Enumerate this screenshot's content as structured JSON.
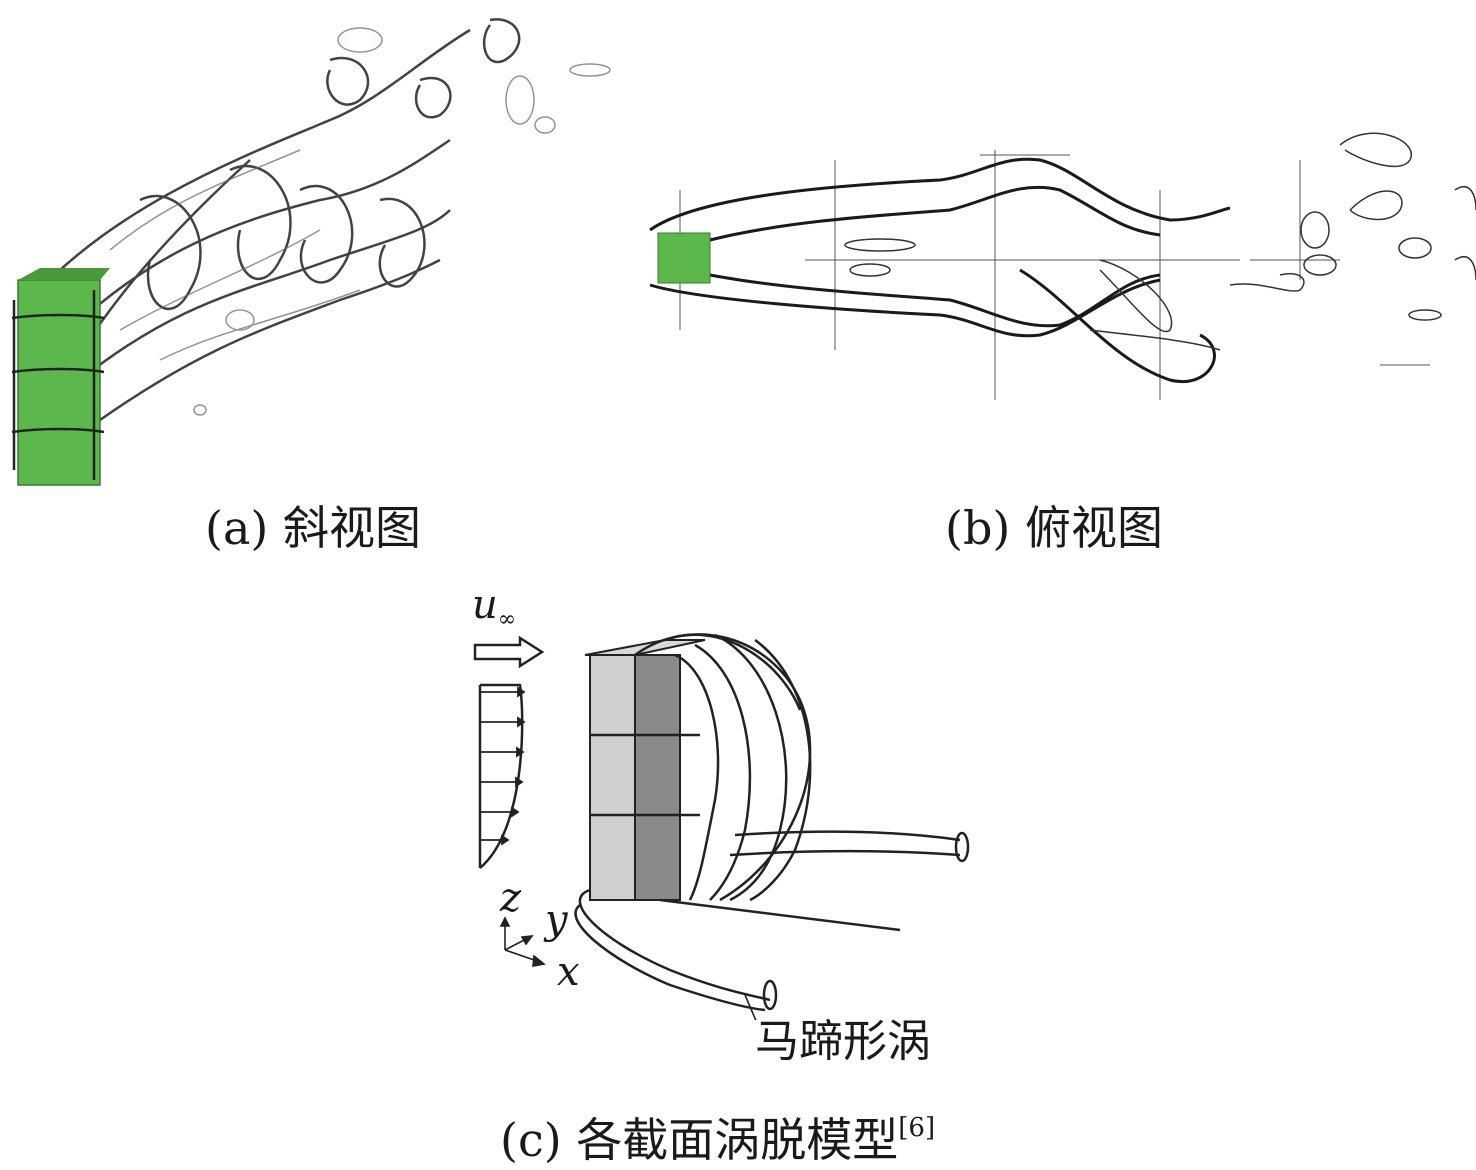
{
  "panels": {
    "a": {
      "caption": "(a) 斜视图",
      "block_color": "#5cb84c"
    },
    "b": {
      "caption": "(b) 俯视图",
      "block_color": "#5cb84c"
    },
    "c": {
      "caption": "(c) 各截面涡脱模型",
      "citation": "[6]",
      "flow_label": "u",
      "flow_subscript": "∞",
      "axis_z": "z",
      "axis_y": "y",
      "axis_x": "x",
      "vortex_label": "马蹄形涡"
    }
  }
}
